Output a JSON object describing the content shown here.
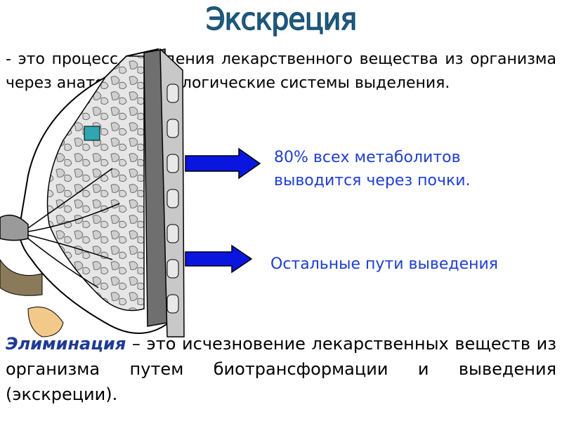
{
  "slide": {
    "title": "Экскреция",
    "definition": "- это процесс выведения лекарственного вещества из организма через анатомо-физиологические системы выделения.",
    "callouts": {
      "kidneys_line1": "80% всех метаболитов",
      "kidneys_line2": "выводится через почки.",
      "other": "Остальные пути выведения"
    },
    "elimination": {
      "term": "Элиминация",
      "text": " – это исчезновение лекарственных веществ из организма путем биотрансформации и выведения (экскреции)."
    }
  },
  "colors": {
    "title": "#1f5f86",
    "callout_text": "#1f3fd0",
    "arrow_fill": "#0a15e0",
    "term": "#1f3a93"
  },
  "icons": {
    "illustration": "anatomical-cross-section-icon",
    "arrow": "right-arrow-icon"
  }
}
